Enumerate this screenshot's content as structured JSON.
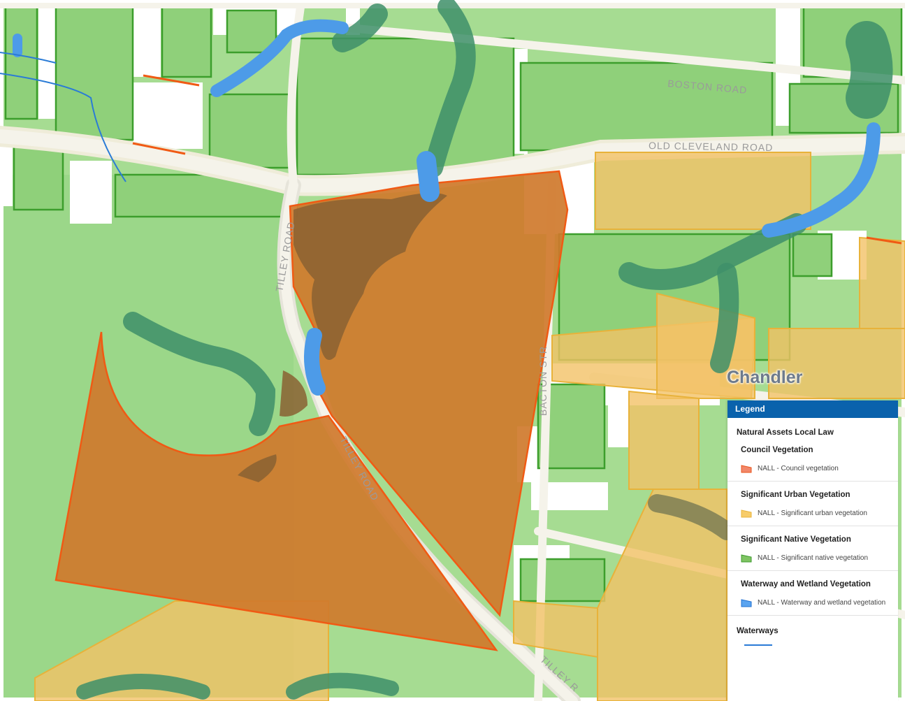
{
  "map": {
    "road_labels": {
      "old_cleveland_road": "OLD CLEVELAND ROAD",
      "tilley_road_north": "TILLEY ROAD",
      "tilley_road_mid": "TILLEY ROAD",
      "tilley_road_south": "TILLEY R",
      "bacton_street": "BACTON STR",
      "upper_road": "BOSTON ROAD"
    },
    "suburb_label": "Chandler"
  },
  "legend": {
    "header": "Legend",
    "layer_title": "Natural Assets Local Law",
    "groups": [
      {
        "title": "Council Vegetation",
        "item": "NALL - Council vegetation",
        "color": "#f2876a",
        "stroke": "#e8561c"
      },
      {
        "title": "Significant Urban Vegetation",
        "item": "NALL - Significant urban vegetation",
        "color": "#f7cc6a",
        "stroke": "#e8b33a"
      },
      {
        "title": "Significant Native Vegetation",
        "item": "NALL - Significant native vegetation",
        "color": "#7fc463",
        "stroke": "#3c9a2e"
      },
      {
        "title": "Waterway and Wetland Vegetation",
        "item": "NALL - Waterway and wetland vegetation",
        "color": "#5aa4f0",
        "stroke": "#1f6fd0"
      }
    ],
    "waterways_title": "Waterways",
    "waterways_color": "#2a7bd6"
  },
  "colors": {
    "native_fill": "#8fd07a",
    "native_stroke": "#3c9e2c",
    "council_fill": "#cf7a2c",
    "council_stroke": "#f05a14",
    "urban_fill": "#f2c266",
    "urban_stroke": "#e8b23a",
    "waterway_fill": "#4d9be8",
    "wetland_veg": "#3e8f6a",
    "road": "#f4f2ea"
  }
}
